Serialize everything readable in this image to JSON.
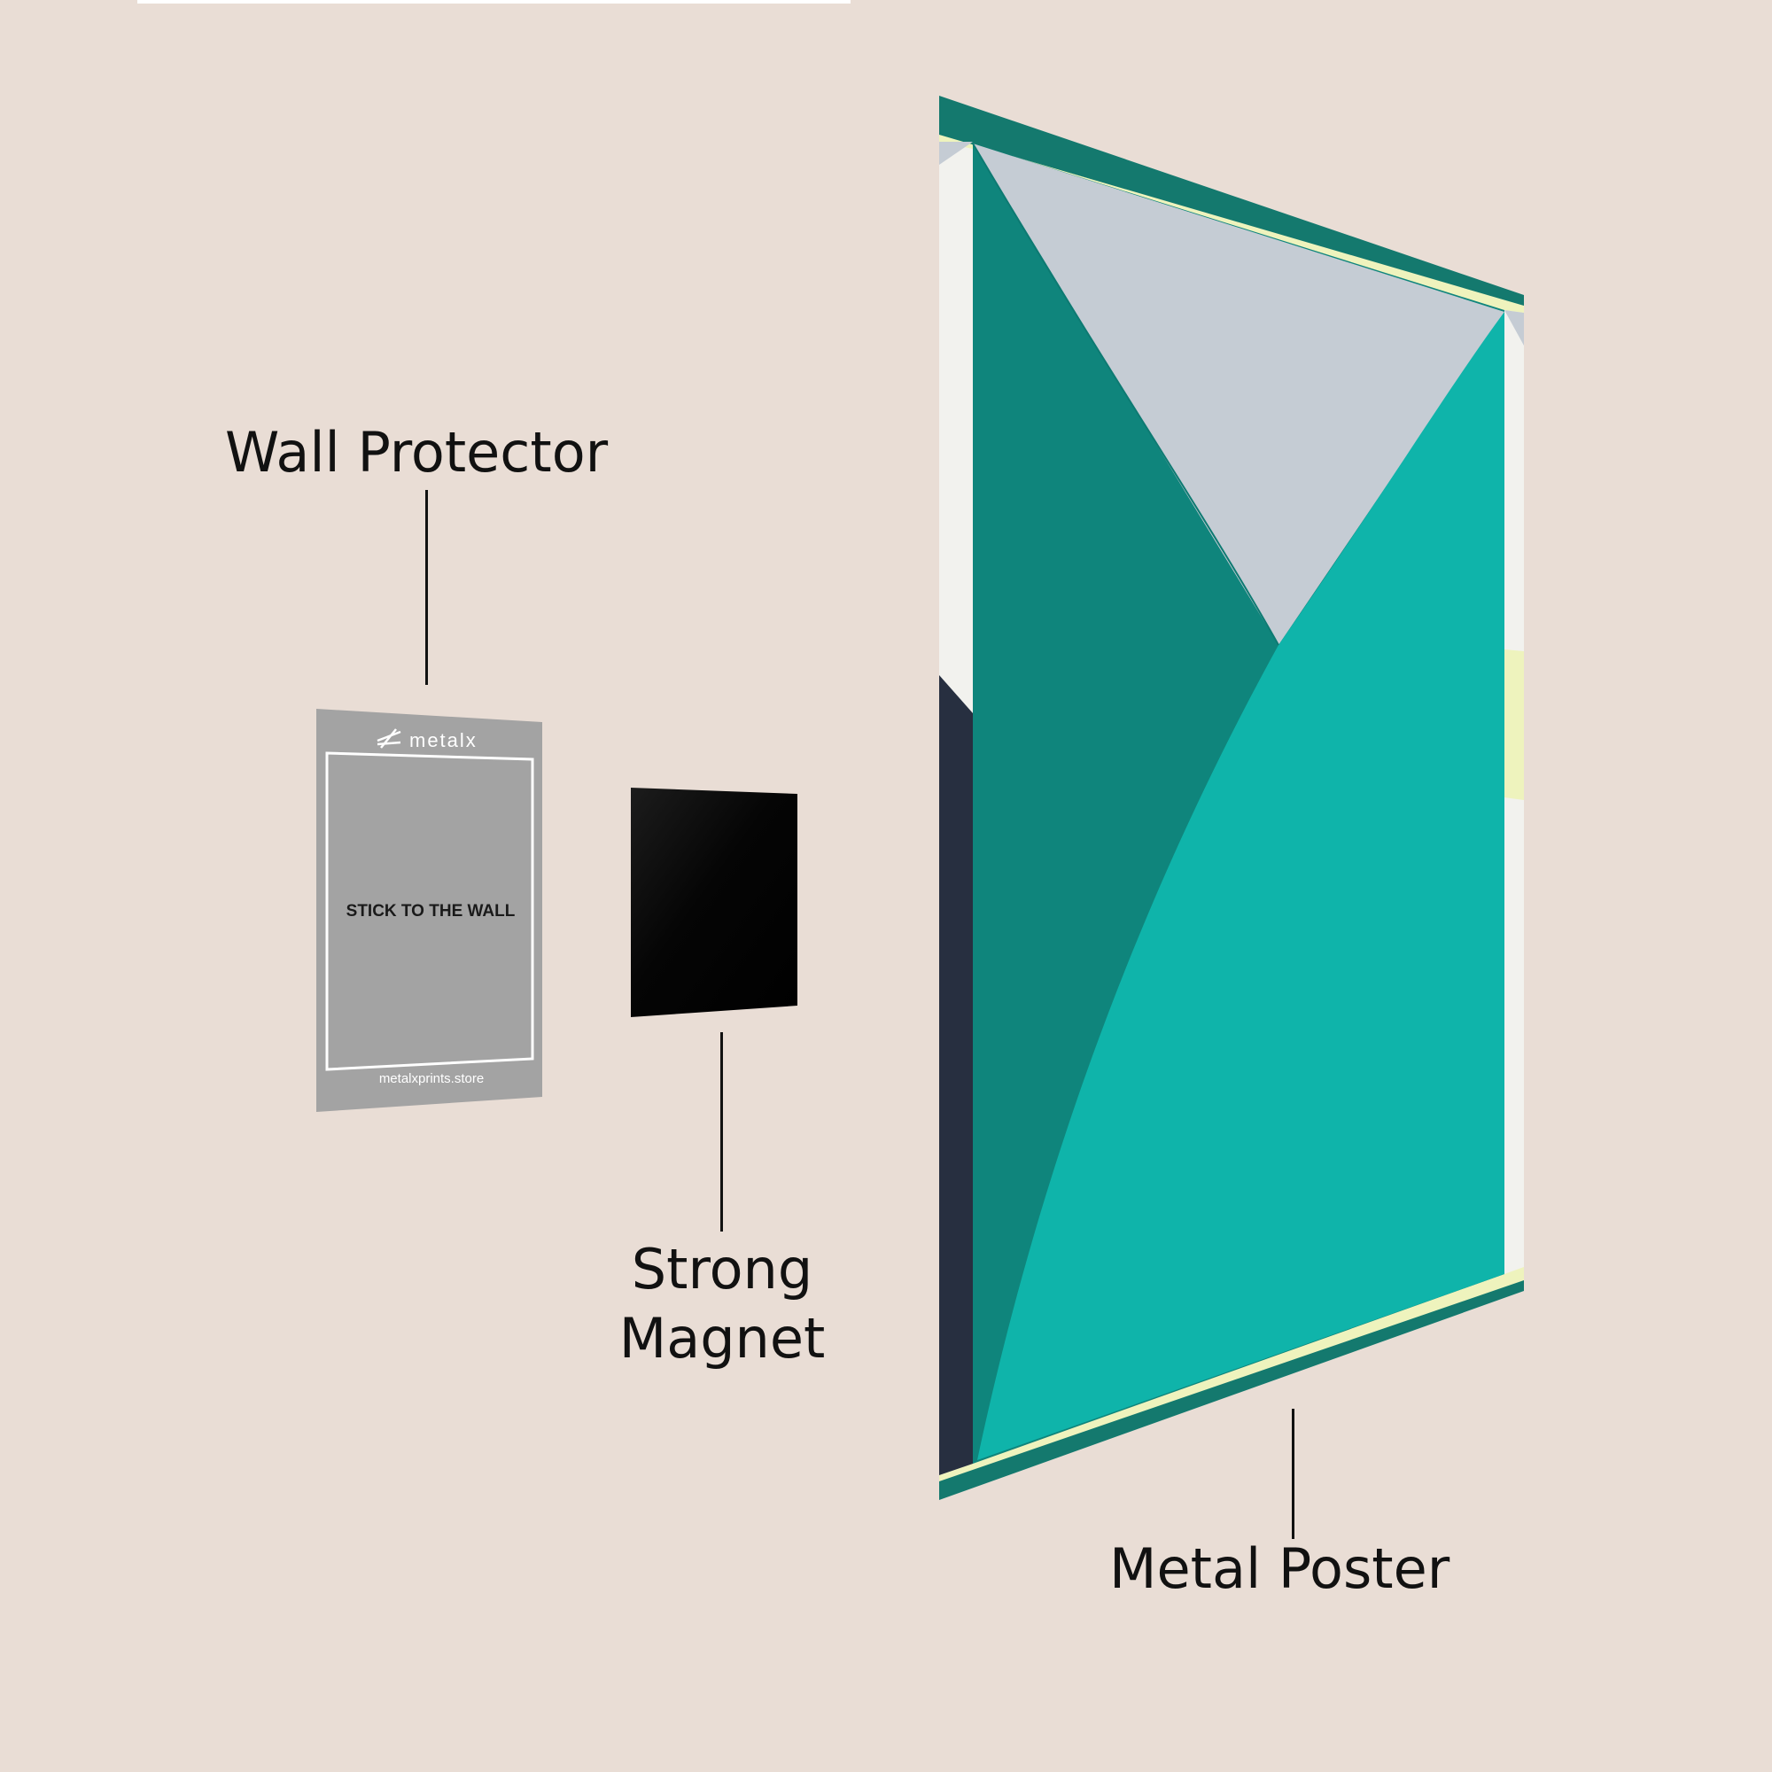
{
  "labels": {
    "wall_protector": "Wall Protector",
    "strong_magnet_line1": "Strong",
    "strong_magnet_line2": "Magnet",
    "metal_poster": "Metal Poster"
  },
  "wall_protector_card": {
    "brand": "metalx",
    "instruction": "STICK TO THE WALL",
    "website": "metalxprints.store"
  },
  "colors": {
    "background": "#e9ddd5",
    "protector": "#a3a3a3",
    "magnet": "#000000",
    "poster_frame": "#14796e",
    "poster_teal_dark": "#0f857c",
    "poster_teal_light": "#0fb4aa",
    "poster_grey": "#c5ccd4",
    "poster_yellow": "#eef3bd",
    "poster_navy": "#272f40"
  }
}
